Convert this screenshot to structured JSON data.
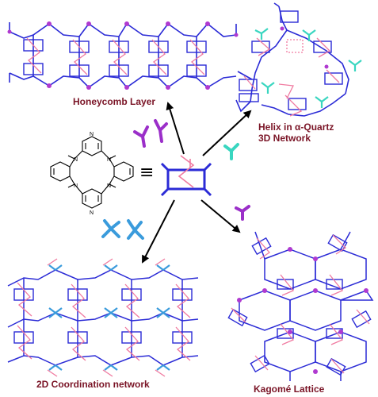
{
  "labels": {
    "honeycomb": "Honeycomb Layer",
    "helix_line1": "Helix in α-Quartz",
    "helix_line2": "3D Network",
    "coordination": "2D Coordination network",
    "kagome": "Kagomé Lattice"
  },
  "center_symbol": "≡",
  "colors": {
    "framework_blue": "#2b2bd6",
    "macrocycle_pink": "#f07aa0",
    "linker_purple": "#9b2fc9",
    "linker_cyan": "#39d6c0",
    "linker_skyblue": "#3a9bdc",
    "label_maroon": "#7a1426",
    "arrow_black": "#000000"
  }
}
